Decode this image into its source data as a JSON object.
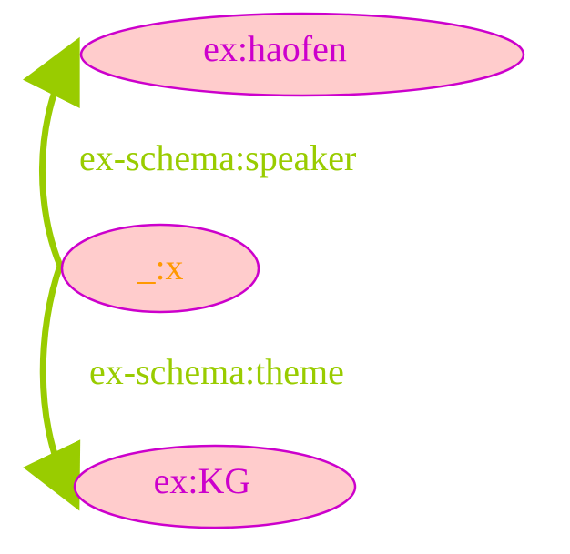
{
  "colors": {
    "node_fill": "#ffcccc",
    "node_stroke": "#cc00cc",
    "node_text": "#cc00cc",
    "blank_node_text": "#ff9900",
    "edge": "#99cc00",
    "edge_label": "#99cc00"
  },
  "nodes": {
    "top": {
      "label": "ex:haofen"
    },
    "middle": {
      "label": "_:x"
    },
    "bottom": {
      "label": "ex:KG"
    }
  },
  "edges": {
    "upper": {
      "label": "ex-schema:speaker"
    },
    "lower": {
      "label": "ex-schema:theme"
    }
  }
}
